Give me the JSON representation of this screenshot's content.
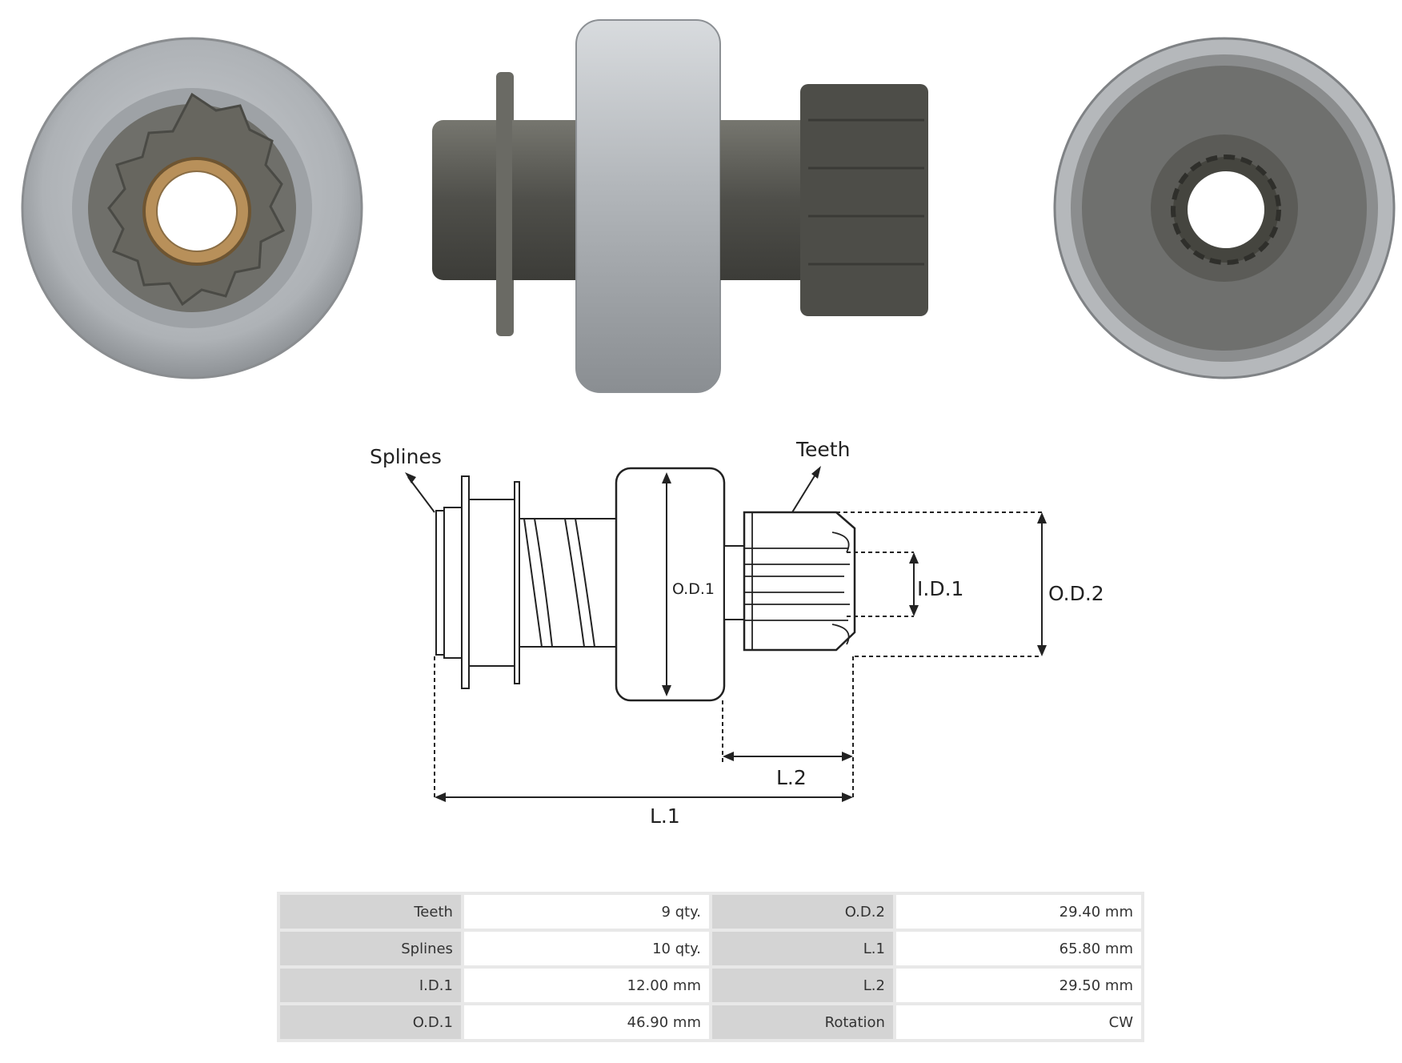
{
  "drawing": {
    "splines_label": "Splines",
    "teeth_label": "Teeth",
    "od1_label": "O.D.1",
    "od2_label": "O.D.2",
    "id1_label": "I.D.1",
    "l1_label": "L.1",
    "l2_label": "L.2"
  },
  "specs": {
    "rows": [
      {
        "label_left": "Teeth",
        "value_left": "9 qty.",
        "label_right": "O.D.2",
        "value_right": "29.40 mm"
      },
      {
        "label_left": "Splines",
        "value_left": "10 qty.",
        "label_right": "L.1",
        "value_right": "65.80 mm"
      },
      {
        "label_left": "I.D.1",
        "value_left": "12.00 mm",
        "label_right": "L.2",
        "value_right": "29.50 mm"
      },
      {
        "label_left": "O.D.1",
        "value_left": "46.90 mm",
        "label_right": "Rotation",
        "value_right": "CW"
      }
    ]
  },
  "colors": {
    "housing_silver": "#b8bcc0",
    "metal_dark": "#5a5a55",
    "bushing_bronze": "#b8905a"
  }
}
